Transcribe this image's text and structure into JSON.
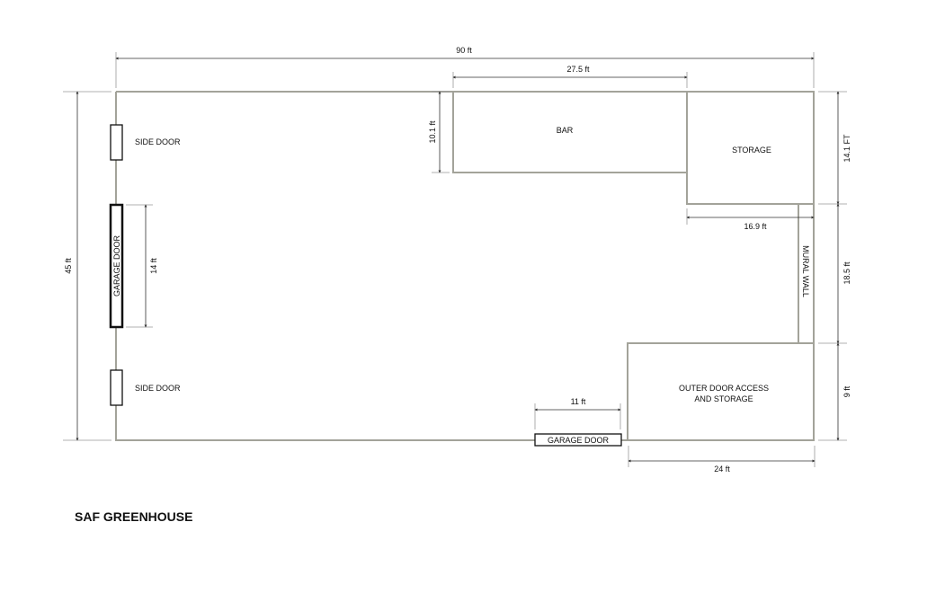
{
  "title": "SAF GREENHOUSE",
  "rooms": {
    "bar": "BAR",
    "storage": "STORAGE",
    "mural_wall": "MURAL WALL",
    "outer_door_line1": "OUTER DOOR ACCESS",
    "outer_door_line2": "AND STORAGE"
  },
  "doors": {
    "side_door_top": "SIDE DOOR",
    "side_door_bottom": "SIDE DOOR",
    "garage_door_left": "GARAGE DOOR",
    "garage_door_bottom": "GARAGE DOOR"
  },
  "dimensions": {
    "overall_width": "90 ft",
    "overall_depth": "45 ft",
    "bar_width": "27.5 ft",
    "bar_depth": "10.1 ft",
    "storage_depth": "14.1 FT",
    "storage_width": "16.9 ft",
    "mural_wall_length": "18.5 ft",
    "outer_storage_depth": "9 ft",
    "outer_storage_width": "24 ft",
    "garage_door_left_width": "14 ft",
    "garage_door_bottom_width": "11 ft"
  }
}
